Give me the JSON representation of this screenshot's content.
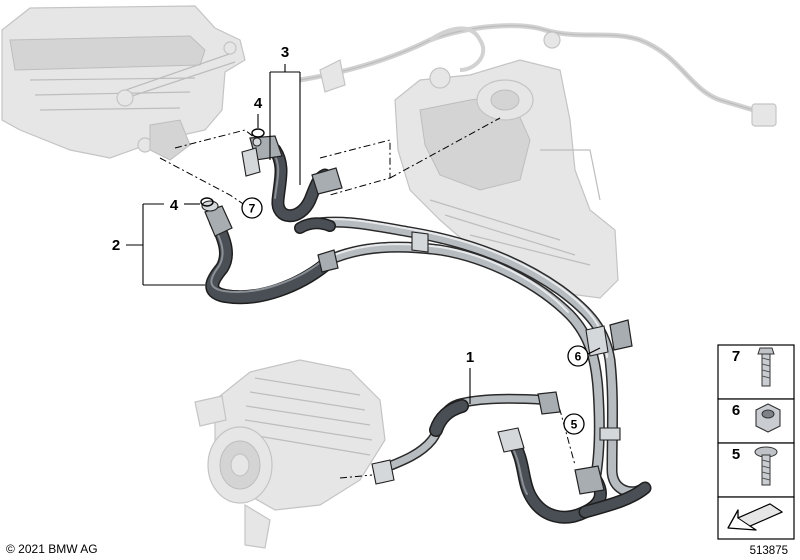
{
  "callouts": {
    "c1": "1",
    "c2": "2",
    "c3": "3",
    "c4a": "4",
    "c4b": "4",
    "c5": "5",
    "c6": "6",
    "c7": "7"
  },
  "legend": {
    "items": [
      {
        "label": "7",
        "icon": "screw-icon"
      },
      {
        "label": "6",
        "icon": "hex-nut-icon"
      },
      {
        "label": "5",
        "icon": "flange-screw-icon"
      }
    ],
    "last_icon": "arrow-icon"
  },
  "footer": {
    "copyright": "© 2021 BMW AG",
    "drawing_number": "513875"
  },
  "colors": {
    "hose": "#4a4f55",
    "pipe": "#b7bcc1",
    "ghost": "#e6e6e6",
    "line": "#000000"
  }
}
